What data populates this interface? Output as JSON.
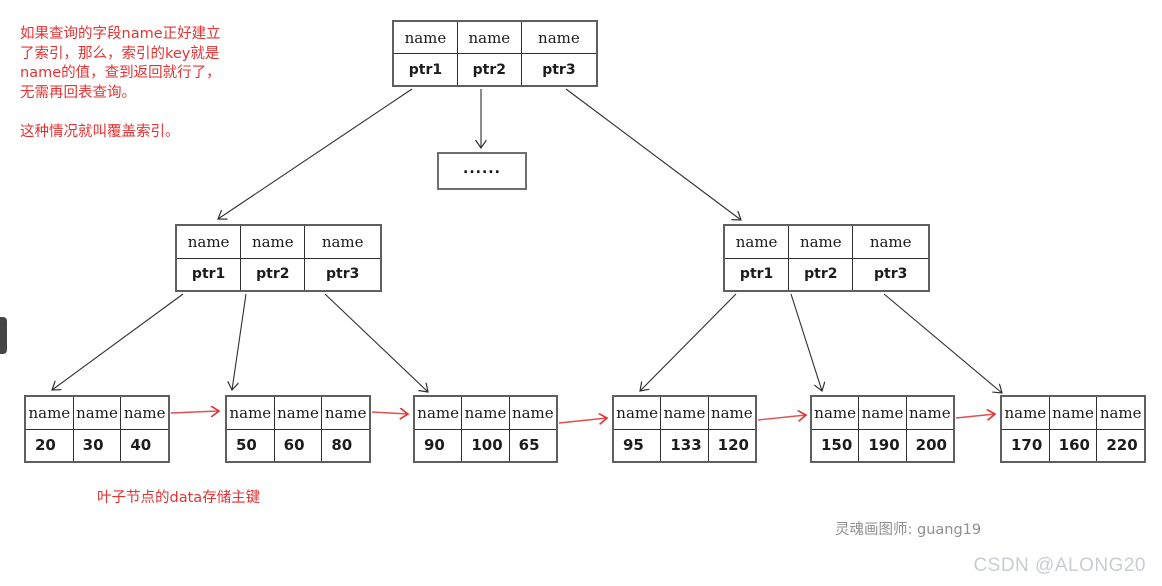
{
  "annotations": {
    "covering_index_note": "如果查询的字段name正好建立\n了索引，那么，索引的key就是\nname的值，查到返回就行了，\n无需再回表查询。\n\n这种情况就叫覆盖索引。",
    "leaf_note": "叶子节点的data存储主键",
    "credit": "灵魂画图师: guang19",
    "watermark": "CSDN @ALONG20"
  },
  "colors": {
    "annotation_red": "#e03434",
    "leaf_link_red": "#e04848",
    "arrow_black": "#2f2f2f",
    "node_border_gray": "#5f5f5f",
    "credit_gray": "#8f8f8f",
    "watermark_gray": "#c9cdd2"
  },
  "tree": {
    "root": {
      "keys": [
        "name",
        "name",
        "name"
      ],
      "ptrs": [
        "ptr1",
        "ptr2",
        "ptr3"
      ]
    },
    "ellipsis": {
      "label": "......"
    },
    "internal_left": {
      "keys": [
        "name",
        "name",
        "name"
      ],
      "ptrs": [
        "ptr1",
        "ptr2",
        "ptr3"
      ]
    },
    "internal_right": {
      "keys": [
        "name",
        "name",
        "name"
      ],
      "ptrs": [
        "ptr1",
        "ptr2",
        "ptr3"
      ]
    },
    "leaf1": {
      "keys": [
        "name",
        "name",
        "name"
      ],
      "values": [
        "20",
        "30",
        "40"
      ]
    },
    "leaf2": {
      "keys": [
        "name",
        "name",
        "name"
      ],
      "values": [
        "50",
        "60",
        "80"
      ]
    },
    "leaf3": {
      "keys": [
        "name",
        "name",
        "name"
      ],
      "values": [
        "90",
        "100",
        "65"
      ]
    },
    "leaf4": {
      "keys": [
        "name",
        "name",
        "name"
      ],
      "values": [
        "95",
        "133",
        "120"
      ]
    },
    "leaf5": {
      "keys": [
        "name",
        "name",
        "name"
      ],
      "values": [
        "150",
        "190",
        "200"
      ]
    },
    "leaf6": {
      "keys": [
        "name",
        "name",
        "name"
      ],
      "values": [
        "170",
        "160",
        "220"
      ]
    }
  }
}
